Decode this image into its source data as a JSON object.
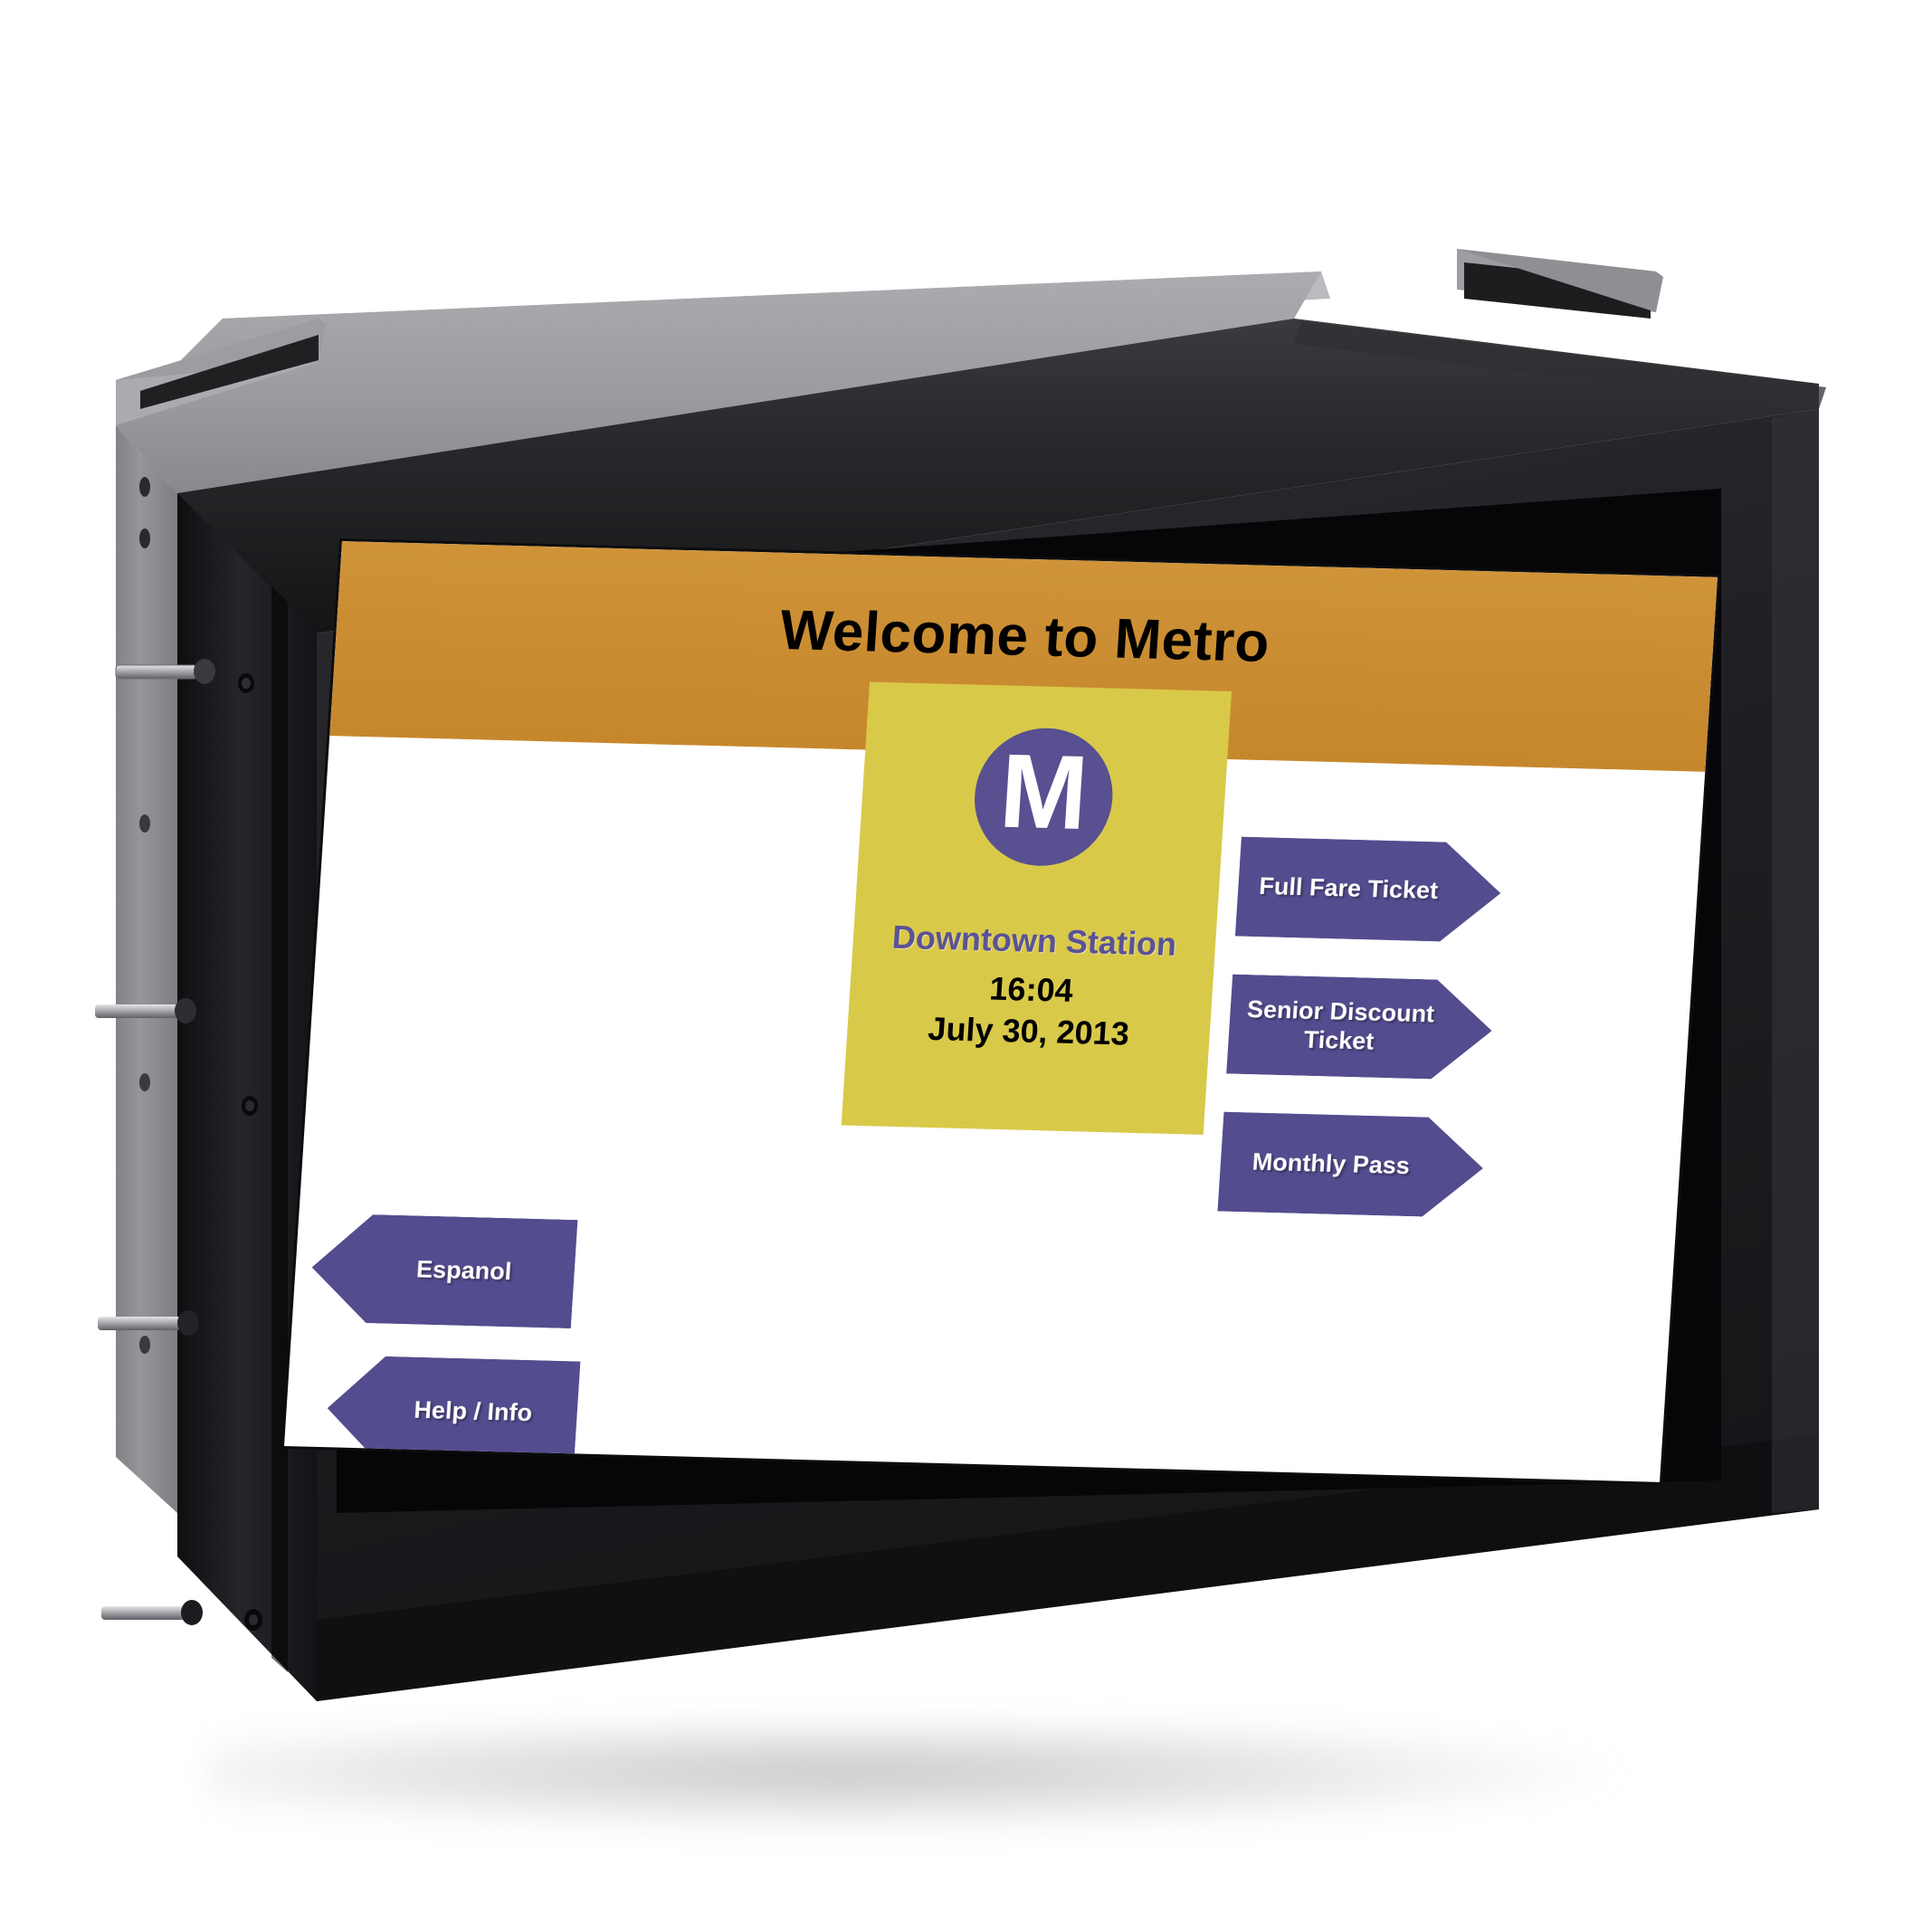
{
  "device": {
    "name": "open-frame-touchscreen-kiosk-monitor",
    "chassis_color": "#1a1a1c",
    "bracket_color": "#8e9094"
  },
  "screen": {
    "background_color": "#ffffff",
    "banner": {
      "title": "Welcome to Metro",
      "background_color": "#ca8c31",
      "text_color": "#000000"
    },
    "info_panel": {
      "background_color": "#d9c949",
      "logo_letter": "M",
      "logo_circle_color": "#585091",
      "logo_letter_color": "#ffffff",
      "station_name": "Downtown Station",
      "station_name_color": "#5a5296",
      "time": "16:04",
      "date": "July 30, 2013",
      "time_date_color": "#000000"
    },
    "buttons": {
      "accent_color": "#534c8e",
      "label_color": "#ffffff",
      "right": [
        {
          "label": "Full Fare Ticket",
          "icon": "arrow-right-icon",
          "direction": "right"
        },
        {
          "label": "Senior Discount Ticket",
          "icon": "arrow-right-icon",
          "direction": "right"
        },
        {
          "label": "Monthly Pass",
          "icon": "arrow-right-icon",
          "direction": "right"
        }
      ],
      "left": [
        {
          "label": "Espanol",
          "icon": "arrow-left-icon",
          "direction": "left"
        },
        {
          "label": "Help / Info",
          "icon": "arrow-left-icon",
          "direction": "left"
        }
      ]
    }
  }
}
